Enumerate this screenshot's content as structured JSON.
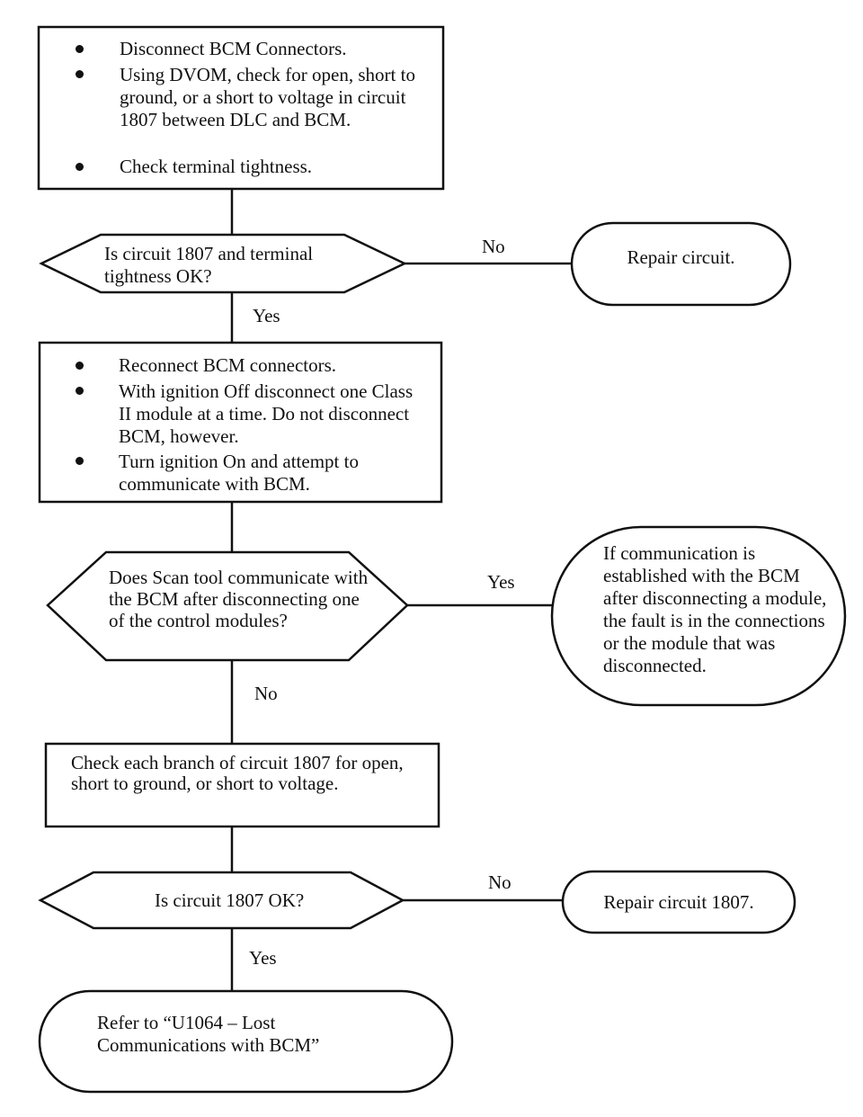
{
  "flowchart": {
    "step1": {
      "bullets": [
        "Disconnect BCM Connectors.",
        "Using DVOM, check for open, short to ground, or a short to voltage in circuit 1807 between DLC and BCM.",
        "Check terminal tightness."
      ]
    },
    "decision1": {
      "question": "Is circuit 1807 and terminal tightness OK?",
      "no_label": "No",
      "yes_label": "Yes"
    },
    "terminal1": {
      "text": "Repair circuit."
    },
    "step2": {
      "bullets": [
        "Reconnect BCM connectors.",
        "With ignition Off disconnect one Class II module at a time. Do not disconnect BCM, however.",
        "Turn ignition On and attempt to communicate with BCM."
      ]
    },
    "decision2": {
      "question": "Does Scan tool communicate with the BCM after disconnecting one of the control modules?",
      "yes_label": "Yes",
      "no_label": "No"
    },
    "terminal2": {
      "text": "If communication is established with the BCM after disconnecting a module, the fault is in the connections or the module that was disconnected."
    },
    "step3": {
      "text": "Check each branch of circuit 1807 for open, short to ground, or short to voltage."
    },
    "decision3": {
      "question": "Is circuit 1807 OK?",
      "no_label": "No",
      "yes_label": "Yes"
    },
    "terminal3": {
      "text": "Repair circuit 1807."
    },
    "terminal4": {
      "text": "Refer to “U1064 – Lost Communications with BCM”"
    }
  }
}
